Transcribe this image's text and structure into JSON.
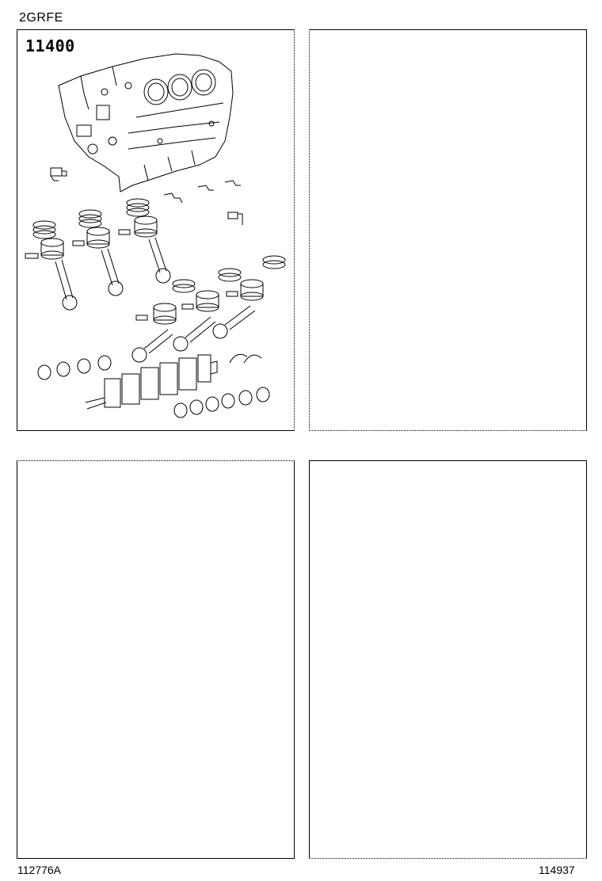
{
  "header": {
    "engine_code": "2GRFE"
  },
  "panels": [
    {
      "part_number": "11400"
    },
    {
      "part_number": ""
    },
    {
      "part_number": ""
    },
    {
      "part_number": ""
    }
  ],
  "footer": {
    "left_code": "112776A",
    "right_code": "114937"
  }
}
